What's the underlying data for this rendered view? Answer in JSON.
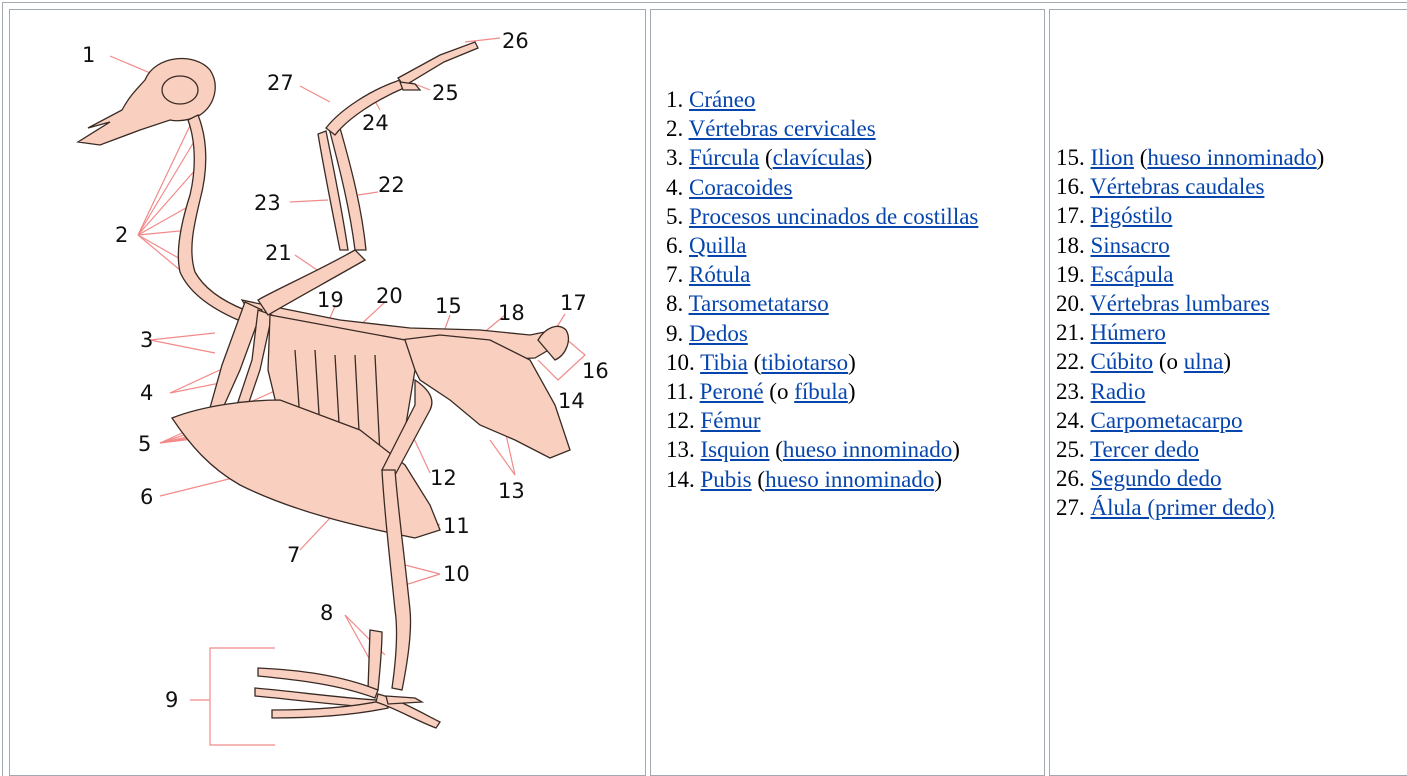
{
  "figure": {
    "callouts": [
      "1",
      "2",
      "3",
      "4",
      "5",
      "6",
      "7",
      "8",
      "9",
      "10",
      "11",
      "12",
      "13",
      "14",
      "15",
      "16",
      "17",
      "18",
      "19",
      "20",
      "21",
      "22",
      "23",
      "24",
      "25",
      "26",
      "27"
    ],
    "bone_color": "#f9d0c0",
    "bone_stroke": "#3a2a24",
    "leader_color": "#f28a8a"
  },
  "legend_col1": [
    {
      "num": "1.",
      "parts": [
        {
          "t": "Cráneo",
          "link": true
        }
      ]
    },
    {
      "num": "2.",
      "parts": [
        {
          "t": "Vértebras cervicales",
          "link": true
        }
      ]
    },
    {
      "num": "3.",
      "parts": [
        {
          "t": "Fúrcula",
          "link": true
        },
        {
          "t": " (",
          "link": false
        },
        {
          "t": "clavículas",
          "link": true
        },
        {
          "t": ")",
          "link": false
        }
      ]
    },
    {
      "num": "4.",
      "parts": [
        {
          "t": "Coracoides",
          "link": true
        }
      ]
    },
    {
      "num": "5.",
      "parts": [
        {
          "t": "Procesos uncinados de costillas",
          "link": true
        }
      ]
    },
    {
      "num": "6.",
      "parts": [
        {
          "t": "Quilla",
          "link": true
        }
      ]
    },
    {
      "num": "7.",
      "parts": [
        {
          "t": "Rótula",
          "link": true
        }
      ]
    },
    {
      "num": "8.",
      "parts": [
        {
          "t": "Tarsometatarso",
          "link": true
        }
      ]
    },
    {
      "num": "9.",
      "parts": [
        {
          "t": "Dedos",
          "link": true
        }
      ]
    },
    {
      "num": "10.",
      "parts": [
        {
          "t": "Tibia",
          "link": true
        },
        {
          "t": " (",
          "link": false
        },
        {
          "t": "tibiotarso",
          "link": true
        },
        {
          "t": ")",
          "link": false
        }
      ]
    },
    {
      "num": "11.",
      "parts": [
        {
          "t": "Peroné",
          "link": true
        },
        {
          "t": " (o ",
          "link": false
        },
        {
          "t": "fíbula",
          "link": true
        },
        {
          "t": ")",
          "link": false
        }
      ]
    },
    {
      "num": "12.",
      "parts": [
        {
          "t": "Fémur",
          "link": true
        }
      ]
    },
    {
      "num": "13.",
      "parts": [
        {
          "t": "Isquion",
          "link": true
        },
        {
          "t": " (",
          "link": false
        },
        {
          "t": "hueso innominado",
          "link": true
        },
        {
          "t": ")",
          "link": false
        }
      ]
    },
    {
      "num": "14.",
      "parts": [
        {
          "t": "Pubis",
          "link": true
        },
        {
          "t": " (",
          "link": false
        },
        {
          "t": "hueso innominado",
          "link": true
        },
        {
          "t": ")",
          "link": false
        }
      ]
    }
  ],
  "legend_col2": [
    {
      "num": "15.",
      "parts": [
        {
          "t": "Ilion",
          "link": true
        },
        {
          "t": " (",
          "link": false
        },
        {
          "t": "hueso innominado",
          "link": true
        },
        {
          "t": ")",
          "link": false
        }
      ]
    },
    {
      "num": "16.",
      "parts": [
        {
          "t": "Vértebras caudales",
          "link": true
        }
      ]
    },
    {
      "num": "17.",
      "parts": [
        {
          "t": "Pigóstilo",
          "link": true
        }
      ]
    },
    {
      "num": "18.",
      "parts": [
        {
          "t": "Sinsacro",
          "link": true
        }
      ]
    },
    {
      "num": "19.",
      "parts": [
        {
          "t": "Escápula",
          "link": true
        }
      ]
    },
    {
      "num": "20.",
      "parts": [
        {
          "t": "Vértebras lumbares",
          "link": true
        }
      ]
    },
    {
      "num": "21.",
      "parts": [
        {
          "t": "Húmero",
          "link": true
        }
      ]
    },
    {
      "num": "22.",
      "parts": [
        {
          "t": "Cúbito",
          "link": true
        },
        {
          "t": " (o ",
          "link": false
        },
        {
          "t": "ulna",
          "link": true
        },
        {
          "t": ")",
          "link": false
        }
      ]
    },
    {
      "num": "23.",
      "parts": [
        {
          "t": "Radio",
          "link": true
        }
      ]
    },
    {
      "num": "24.",
      "parts": [
        {
          "t": "Carpometacarpo",
          "link": true
        }
      ]
    },
    {
      "num": "25.",
      "parts": [
        {
          "t": "Tercer dedo",
          "link": true
        }
      ]
    },
    {
      "num": "26.",
      "parts": [
        {
          "t": "Segundo dedo",
          "link": true
        }
      ]
    },
    {
      "num": "27.",
      "parts": [
        {
          "t": "Álula (primer dedo)",
          "link": true
        }
      ]
    }
  ]
}
